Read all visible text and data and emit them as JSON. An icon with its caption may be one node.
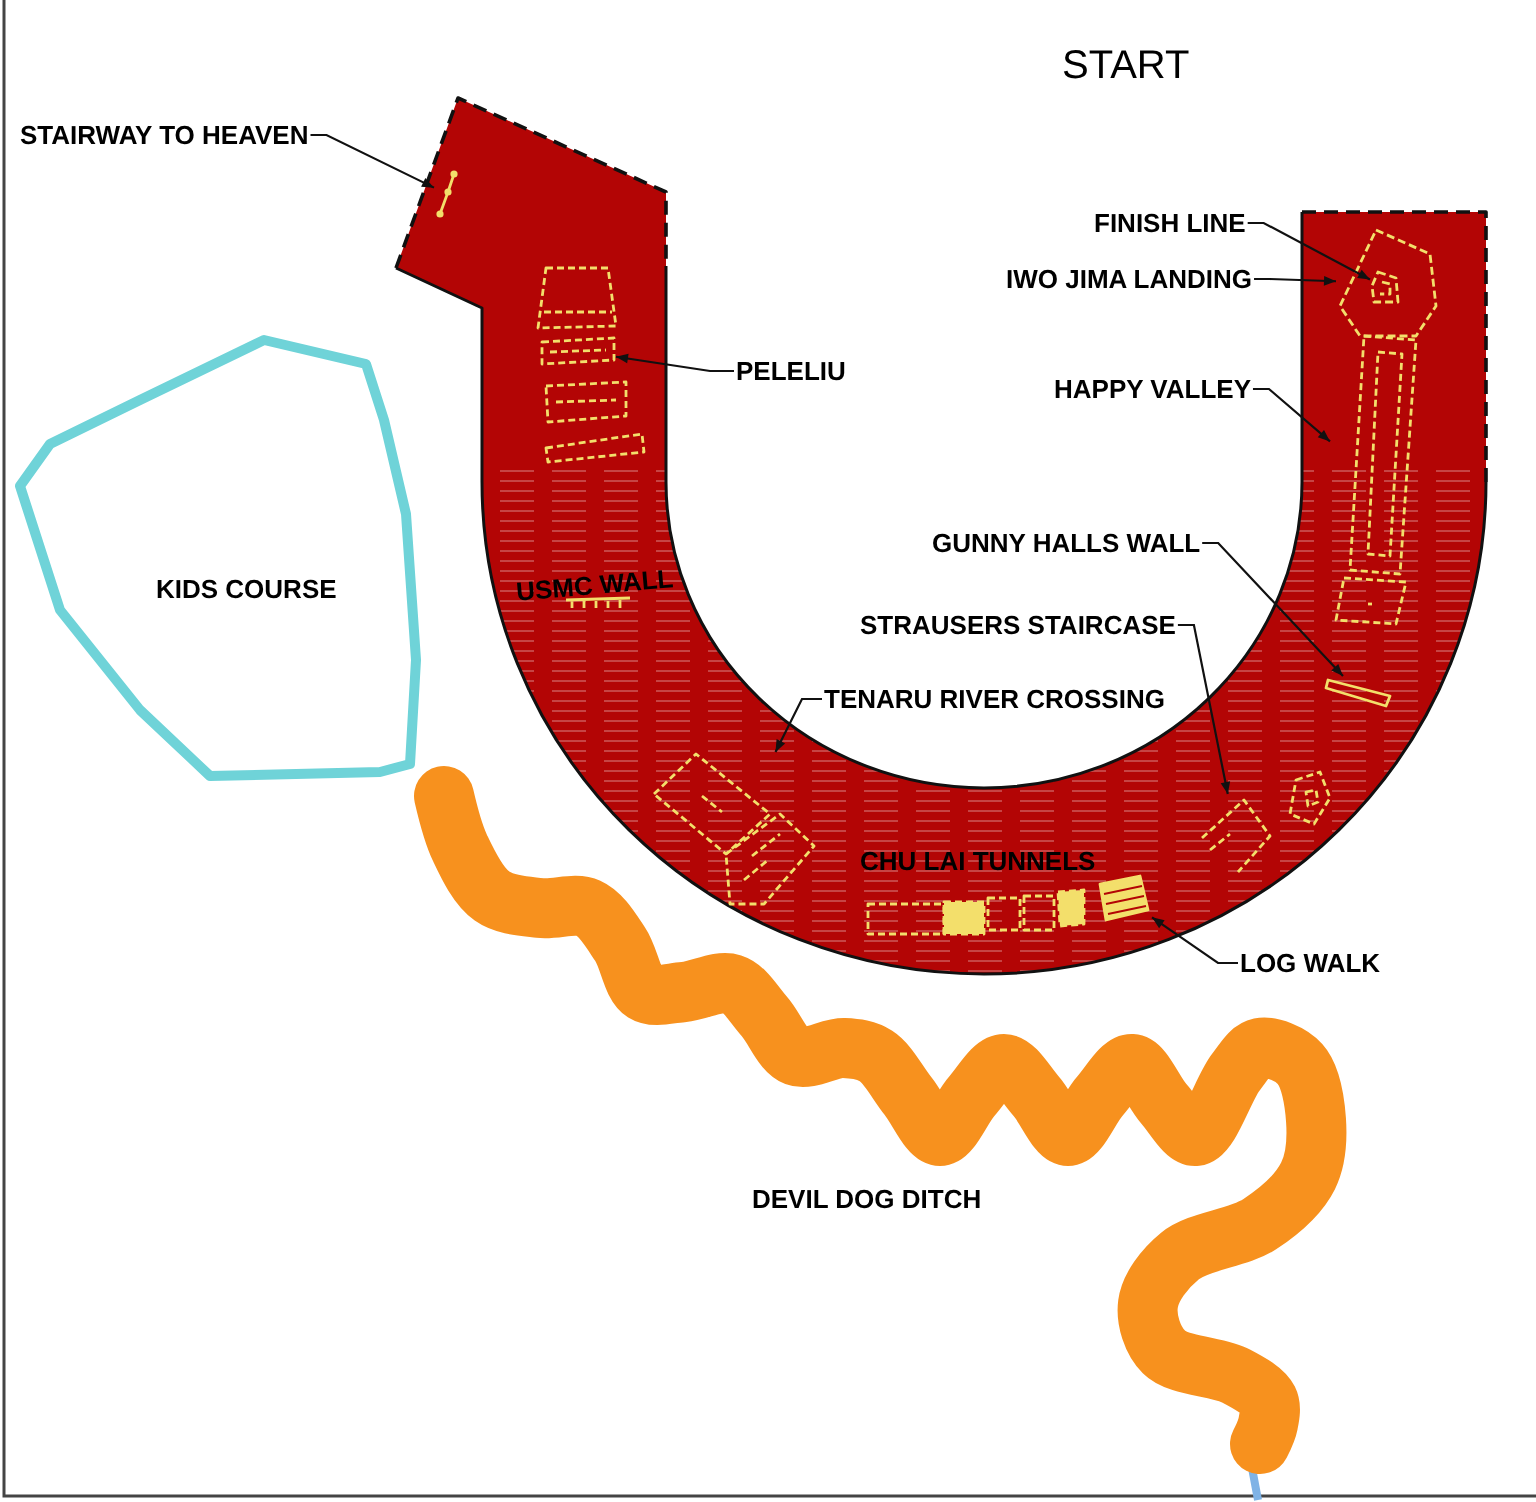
{
  "diagram": {
    "nodes": [
      {
        "text": [],
        "shape": "band"
      },
      {
        "text": [
          "STAIRWAY TO HEAVEN"
        ]
      },
      {
        "text": [],
        "shape": "bar",
        "in": 0
      },
      {
        "text": [
          "PELELIU"
        ]
      },
      {
        "text": [],
        "shape": "box",
        "in": 0
      },
      {
        "text": [
          "FINISH LINE"
        ]
      },
      {
        "text": [
          "IWO JIMA LANDING"
        ]
      },
      {
        "text": [],
        "shape": "pentagon",
        "in": 0
      },
      {
        "text": [],
        "shape": "pentagon",
        "in": 7
      },
      {
        "text": [
          "HAPPY VALLEY"
        ]
      },
      {
        "text": [],
        "shape": "box",
        "in": 0
      },
      {
        "text": [],
        "shape": "bar",
        "in": 0,
        "beside": [
          "USMC WALL"
        ]
      },
      {
        "text": [
          "KIDS COURSE"
        ]
      },
      {
        "text": [
          "GUNNY HALLS WALL"
        ]
      },
      {
        "text": [],
        "shape": "bar",
        "in": 0
      },
      {
        "text": [
          "STRAUSERS STAIRCASE"
        ]
      },
      {
        "text": [],
        "shape": "box"
      },
      {
        "text": [
          "TENARU RIVER CROSSING"
        ]
      },
      {
        "text": [],
        "shape": "box",
        "in": 0
      },
      {
        "text": [],
        "shape": "box"
      },
      {
        "text": [
          "LOG WALK"
        ]
      },
      {
        "text": [],
        "shape": "box"
      },
      {
        "text": [
          "DEVIL DOG DITCH"
        ]
      }
    ],
    "edges": [
      {
        "from": 1,
        "to": 2,
        "arrow": "to"
      },
      {
        "from": 3,
        "to": 4,
        "arrow": "to"
      },
      {
        "from": 5,
        "to": 8,
        "arrow": "to"
      },
      {
        "from": 6,
        "to": 7,
        "arrow": "to"
      },
      {
        "from": 9,
        "to": 10,
        "arrow": "to"
      },
      {
        "from": 13,
        "to": 14,
        "arrow": "to"
      },
      {
        "from": 15,
        "to": 16,
        "arrow": "to"
      },
      {
        "from": 17,
        "to": 18,
        "arrow": "to"
      },
      {
        "from": 20,
        "to": 21,
        "arrow": "to"
      }
    ],
    "labels": [
      "START",
      "CHU LAI TUNNELS"
    ]
  }
}
